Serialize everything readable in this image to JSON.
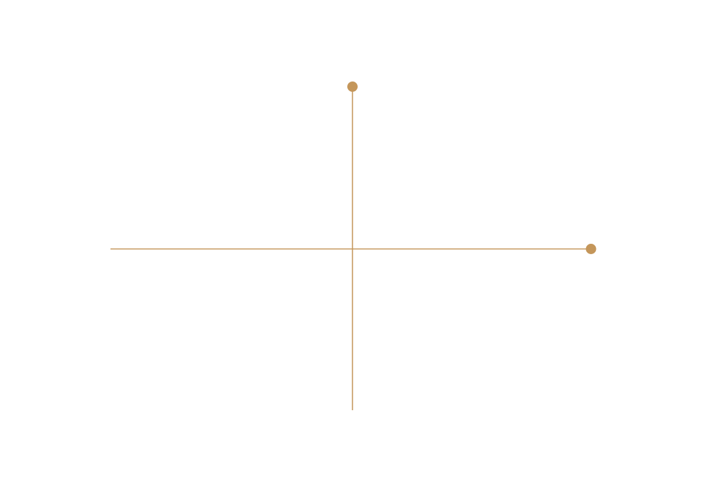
{
  "diagram": {
    "type": "coordinate-axes",
    "stroke_color": "#C4965A",
    "horizontal_axis": {
      "endpoint_marker": "end",
      "marker": "filled-circle"
    },
    "vertical_axis": {
      "endpoint_marker": "start",
      "marker": "filled-circle"
    }
  }
}
